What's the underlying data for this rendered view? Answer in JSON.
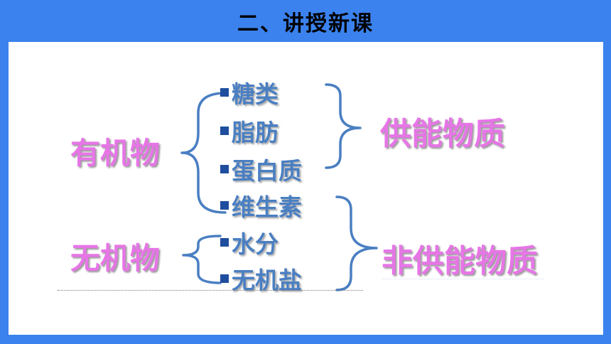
{
  "header": {
    "title": "二、讲授新课"
  },
  "diagram": {
    "group_organic": "有机物",
    "group_inorganic": "无机物",
    "items": [
      {
        "label": "糖类"
      },
      {
        "label": "脂肪"
      },
      {
        "label": "蛋白质"
      },
      {
        "label": "维生素"
      },
      {
        "label": "水分"
      },
      {
        "label": "无机盐"
      }
    ],
    "energy": "供能物质",
    "non_energy": "非供能物质"
  },
  "colors": {
    "frame": "#3B82EE",
    "category_text": "#E676E6",
    "item_text": "#4A7FC2",
    "bracket": "#4A7FC2",
    "bullet": "#1F4E9E"
  }
}
